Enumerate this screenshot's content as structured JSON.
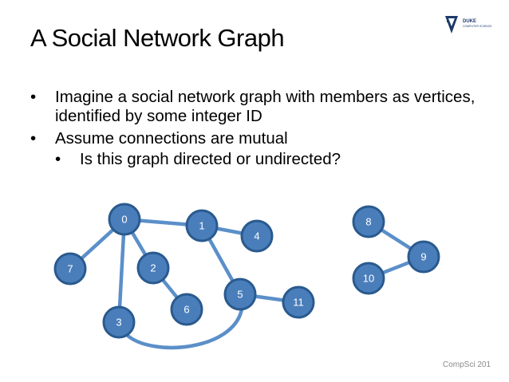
{
  "slide": {
    "title": "A Social Network Graph",
    "logo": {
      "brand": "DUKE",
      "subtitle": "COMPUTER SCIENCE"
    },
    "bullets": [
      {
        "level": 1,
        "text": "Imagine a social network graph with members as vertices, identified by some integer ID"
      },
      {
        "level": 1,
        "text": "Assume connections are mutual"
      },
      {
        "level": 2,
        "text": "Is this graph directed or undirected?"
      }
    ],
    "bullet_glyph": "•",
    "footer": "CompSci 201"
  },
  "graph": {
    "nodes": [
      "0",
      "1",
      "2",
      "3",
      "4",
      "5",
      "6",
      "7",
      "8",
      "9",
      "10",
      "11"
    ],
    "edges": [
      [
        "0",
        "1"
      ],
      [
        "0",
        "7"
      ],
      [
        "0",
        "2"
      ],
      [
        "0",
        "3"
      ],
      [
        "1",
        "4"
      ],
      [
        "1",
        "5"
      ],
      [
        "2",
        "6"
      ],
      [
        "5",
        "11"
      ],
      [
        "3",
        "5"
      ],
      [
        "8",
        "9"
      ],
      [
        "10",
        "9"
      ]
    ],
    "colors": {
      "node_fill": "#4a7ebb",
      "node_stroke": "#2a5a8e",
      "edge": "#5b8fc9"
    }
  }
}
